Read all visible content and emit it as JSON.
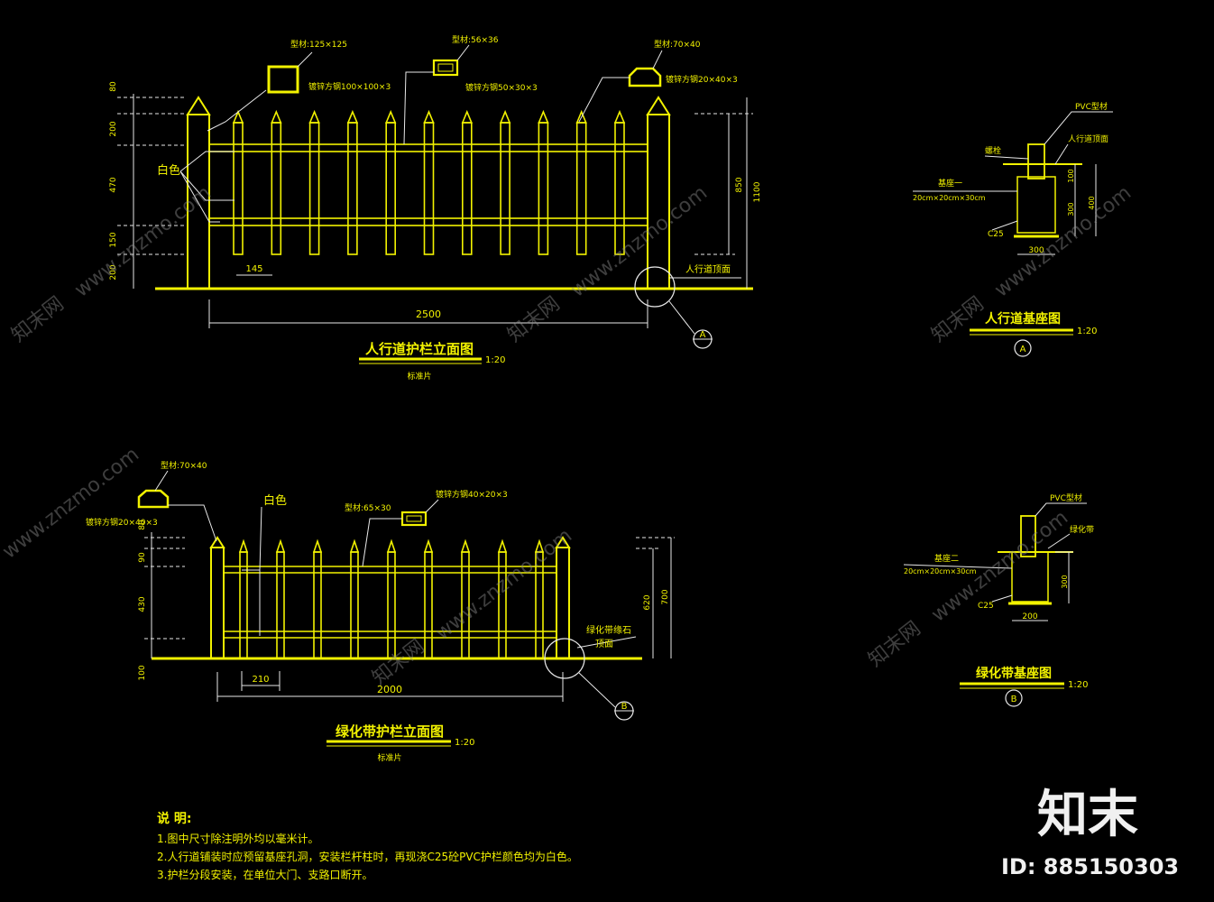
{
  "colors": {
    "background": "#000000",
    "line": "#f2f200",
    "leader": "#e8e8e8",
    "text": "#f2f200"
  },
  "elevation_a": {
    "title": "人行道护栏立面图",
    "scale": "1:20",
    "subtitle": "标准片",
    "label_post": "型材:125×125",
    "label_post_steel": "镀锌方钢100×100×3",
    "label_rail": "型材:56×36",
    "label_rail_steel": "镀锌方钢50×30×3",
    "label_picket": "型材:70×40",
    "label_picket_steel": "镀锌方钢20×40×3",
    "label_color": "白色",
    "label_ground": "人行道顶面",
    "callout": "A",
    "dim_left": [
      "80",
      "200",
      "470",
      "150",
      "200"
    ],
    "dim_right_inner": "850",
    "dim_right_outer": "1100",
    "dim_spacing": "145",
    "dim_length": "2500"
  },
  "elevation_b": {
    "title": "绿化带护栏立面图",
    "scale": "1:20",
    "subtitle": "标准片",
    "label_picket": "型材:70×40",
    "label_picket_steel": "镀锌方钢20×40×3",
    "label_color": "白色",
    "label_rail": "型材:65×30",
    "label_rail_steel": "镀锌方钢40×20×3",
    "label_ground_1": "绿化带缘石",
    "label_ground_2": "顶面",
    "callout": "B",
    "dim_left": [
      "80",
      "90",
      "430",
      "100"
    ],
    "dim_right_inner": "620",
    "dim_right_outer": "700",
    "dim_spacing": "210",
    "dim_length": "2000"
  },
  "base_a": {
    "title": "人行道基座图",
    "scale": "1:20",
    "callout": "A",
    "label_pvc": "PVC型材",
    "label_post": "螺栓",
    "label_surface": "人行道顶面",
    "label_base_1": "基座一",
    "label_base_2": "20cm×20cm×30cm",
    "label_concrete": "C25",
    "dim_width": "300",
    "dim_100": "100",
    "dim_300": "300",
    "dim_400": "400"
  },
  "base_b": {
    "title": "绿化带基座图",
    "scale": "1:20",
    "callout": "B",
    "label_pvc": "PVC型材",
    "label_green": "绿化带",
    "label_base_1": "基座二",
    "label_base_2": "20cm×20cm×30cm",
    "label_concrete": "C25",
    "dim_width": "200",
    "dim_depth": "300"
  },
  "notes": {
    "heading": "说  明:",
    "items": [
      "1.图中尺寸除注明外均以毫米计。",
      "2.人行道铺装时应预留基座孔洞，安装栏杆柱时，再现浇C25砼PVC护栏颜色均为白色。",
      "3.护栏分段安装，在单位大门、支路口断开。"
    ]
  },
  "watermark": {
    "site": "www.znzmo.com",
    "brand": "知末网",
    "logo": "知末",
    "id_text": "ID: 885150303"
  }
}
